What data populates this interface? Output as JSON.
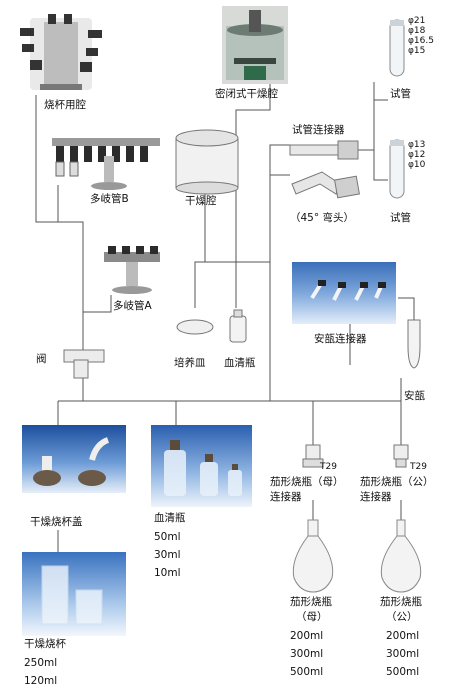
{
  "labels": {
    "beaker_chamber": "烧杯用腔",
    "sealed_chamber": "密闭式干燥腔",
    "test_tube_top": "试管",
    "test_tube_bottom": "试管",
    "tube_connector": "试管连接器",
    "elbow_45": "（45°  弯头）",
    "manifold_b": "多岐管B",
    "drying_chamber": "干燥腔",
    "manifold_a": "多岐管A",
    "valve": "阀",
    "petri_dish": "培养皿",
    "serum_bottle_small": "血清瓶",
    "ampoule_connector": "安瓿连接器",
    "ampoule": "安瓿",
    "beaker_lid": "干燥烧杯盖",
    "serum_bottle": "血清瓶",
    "flask_conn_female_line1": "茄形烧瓶（母）",
    "flask_conn_female_line2": "连接器",
    "flask_conn_male_line1": "茄形烧瓶（公）",
    "flask_conn_male_line2": "连接器",
    "flask_female_line1": "茄形烧瓶",
    "flask_female_line2": "（母）",
    "flask_male_line1": "茄形烧瓶",
    "flask_male_line2": "（公）",
    "drying_beaker": "干燥烧杯",
    "joint_mark": "T29"
  },
  "tube_sizes_top": [
    "φ21",
    "φ18",
    "φ16.5",
    "φ15"
  ],
  "tube_sizes_bottom": [
    "φ13",
    "φ12",
    "φ10"
  ],
  "serum_volumes": [
    "50ml",
    "30ml",
    "10ml"
  ],
  "flask_female_volumes": [
    "200ml",
    "300ml",
    "500ml"
  ],
  "flask_male_volumes": [
    "200ml",
    "300ml",
    "500ml"
  ],
  "beaker_volumes": [
    "250ml",
    "120ml"
  ]
}
